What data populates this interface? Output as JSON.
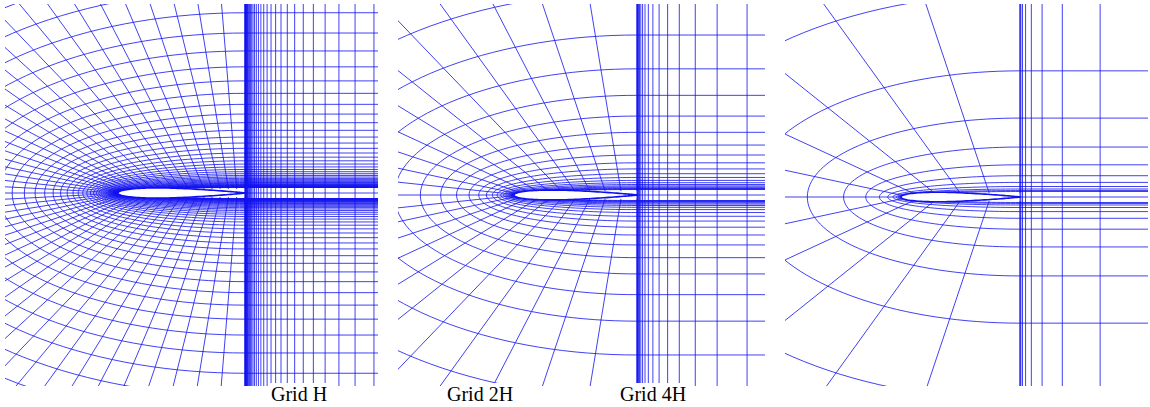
{
  "diagram": {
    "labels": [
      "Grid H",
      "Grid 2H",
      "Grid 4H"
    ]
  }
}
